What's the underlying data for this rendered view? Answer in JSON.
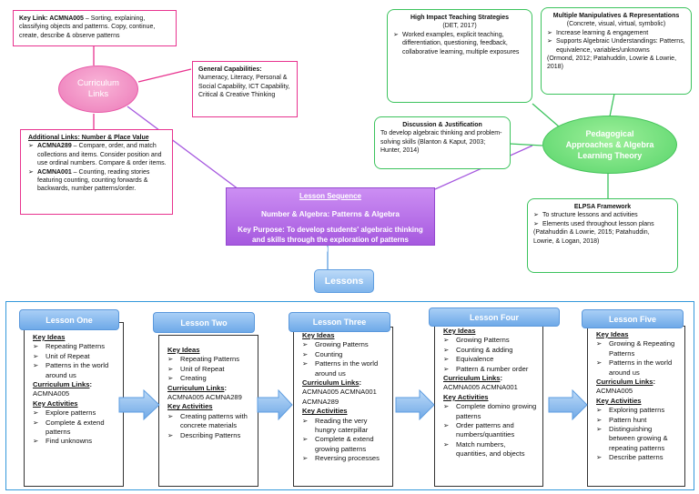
{
  "curriculum": {
    "ellipse_label": [
      "Curriculum",
      "Links"
    ],
    "key_link": {
      "title": "Key Link: ACMNA005",
      "text": " – Sorting, explaining, classifying objects and patterns. Copy, continue, create, describe & observe patterns"
    },
    "general_capabilities": {
      "title": "General Capabilities:",
      "text": "Numeracy, Literacy, Personal & Social Capability, ICT Capability, Critical & Creative Thinking"
    },
    "additional_links": {
      "title": "Additional Links: Number & Place Value",
      "items": [
        {
          "code": "ACMNA289",
          "text": " – Compare, order, and match collections and items. Consider position and use ordinal numbers. Compare & order items."
        },
        {
          "code": "ACMNA001",
          "text": " – Counting, reading stories featuring counting, counting forwards & backwards, number patterns/order."
        }
      ]
    }
  },
  "pedagogy": {
    "ellipse_label": [
      "Pedagogical",
      "Approaches & Algebra",
      "Learning Theory"
    ],
    "high_impact": {
      "title": "High Impact Teaching Strategies",
      "subtitle": "(DET, 2017)",
      "items": [
        "Worked examples, explicit teaching, differentiation, questioning, feedback, collaborative learning, multiple exposures"
      ]
    },
    "manipulatives": {
      "title": "Multiple Manipulatives & Representations",
      "subtitle": "(Concrete, visual, virtual, symbolic)",
      "items": [
        "Increase learning & engagement",
        "Supports Algebraic Understandings: Patterns, equivalence, variables/unknowns"
      ],
      "citation": "(Ormond, 2012; Patahuddin, Lowrie & Lowrie, 2018)"
    },
    "discussion": {
      "title": "Discussion & Justification",
      "text": "To develop algebraic thinking and problem-solving skills (Blanton & Kaput, 2003; Hunter, 2014)"
    },
    "elpsa": {
      "title": "ELPSA Framework",
      "items": [
        "To structure lessons and activities",
        "Elements used throughout lesson plans"
      ],
      "citation": "(Patahuddin & Lowrie, 2015; Patahuddin, Lowrie, & Logan, 2018)"
    }
  },
  "sequence": {
    "title": "Lesson Sequence",
    "subtitle": "Number & Algebra: Patterns & Algebra",
    "purpose": "Key Purpose: To develop students' algebraic thinking and skills through the exploration of patterns (repeating & growing)"
  },
  "lessons_label": "Lessons",
  "lessons": [
    {
      "name": "Lesson One",
      "key_ideas_label": "Key Ideas",
      "key_ideas": [
        "Repeating Patterns",
        "Unit of Repeat",
        "Patterns in the world around us"
      ],
      "curriculum_label": "Curriculum Links",
      "curriculum_sep": ":",
      "curriculum_links": "ACMNA005",
      "activities_label": "Key Activities",
      "activities": [
        "Explore patterns",
        "Complete & extend patterns",
        "Find unknowns"
      ]
    },
    {
      "name": "Lesson Two",
      "key_ideas_label": "Key Ideas",
      "key_ideas": [
        "Repeating Patterns",
        "Unit of Repeat",
        "Creating"
      ],
      "curriculum_label": "Curriculum Links",
      "curriculum_sep": ":",
      "curriculum_links": "ACMNA005 ACMNA289",
      "activities_label": "Key Activities",
      "activities": [
        "Creating patterns with concrete materials",
        "Describing Patterns"
      ]
    },
    {
      "name": "Lesson Three",
      "key_ideas_label": "Key Ideas",
      "key_ideas": [
        "Growing Patterns",
        "Counting",
        "Patterns in the world around us"
      ],
      "curriculum_label": "Curriculum Links",
      "curriculum_sep": ":",
      "curriculum_links": "ACMNA005 ACMNA001 ACMNA289",
      "activities_label": "Key Activities",
      "activities": [
        "Reading the very hungry caterpillar",
        "Complete & extend growing patterns",
        "Reversing processes"
      ]
    },
    {
      "name": "Lesson Four",
      "key_ideas_label": "Key Ideas",
      "key_ideas": [
        "Growing Patterns",
        "Counting & adding",
        "Equivalence",
        "Pattern & number order"
      ],
      "curriculum_label": "Curriculum Links",
      "curriculum_sep": ":",
      "curriculum_links": "ACMNA005 ACMNA001",
      "activities_label": "Key Activities",
      "activities": [
        "Complete domino growing patterns",
        "Order patterns and numbers/quantities",
        "Match numbers, quantities, and objects"
      ]
    },
    {
      "name": "Lesson Five",
      "key_ideas_label": "Key Ideas",
      "key_ideas": [
        "Growing & Repeating Patterns",
        "Patterns in the world around us"
      ],
      "curriculum_label": "Curriculum Links",
      "curriculum_sep": ":",
      "curriculum_links": "ACMNA005",
      "activities_label": "Key Activities",
      "activities": [
        "Exploring patterns",
        "Pattern hunt",
        "Distinguishing between growing & repeating patterns",
        "Describe patterns"
      ]
    }
  ],
  "colors": {
    "curriculum_pink": "#e8338f",
    "pedagogy_green": "#3cc35d",
    "sequence_purple": "#a659df",
    "lessons_blue": "#3498db"
  }
}
